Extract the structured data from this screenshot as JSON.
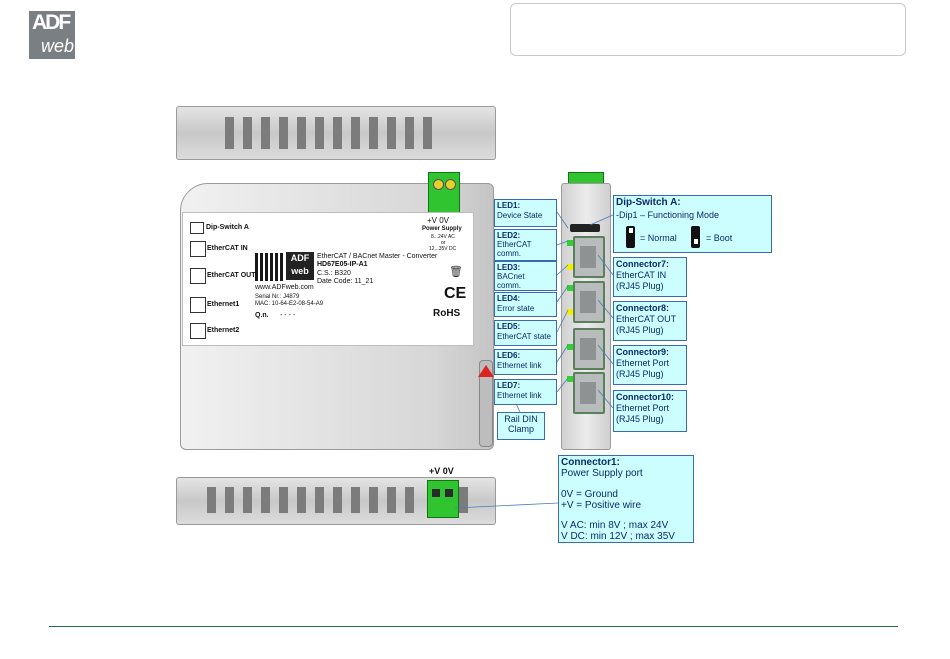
{
  "logo": {
    "line1": "ADF",
    "line2": "web"
  },
  "device_label": {
    "dip_switch": "Dip-Switch A",
    "ethercat_in": "EtherCAT IN",
    "ethercat_out": "EtherCAT OUT",
    "ethernet1": "Ethernet1",
    "ethernet2": "Ethernet2",
    "supply_v": "+V   0V",
    "supply_title": "Power Supply",
    "supply_ac": "8...24V AC",
    "supply_or": "or",
    "supply_dc": "12...35V DC",
    "product_desc": "EtherCAT / BACnet Master - Converter",
    "product_code": "HD67E05-IP-A1",
    "cs": "C.S.: B320",
    "date_code": "Date Code: 11_21",
    "website": "www.ADFweb.com",
    "serial": "Serial Nr.: J4879",
    "mac": "MAC: 10-64-E2-08-54-A9",
    "qn_label": "Q.n.",
    "qn_value": "- - - -",
    "rohs": "RoHS",
    "ce": "CE"
  },
  "bottom_terminal": "+V 0V",
  "callouts": {
    "led1": {
      "title": "LED1:",
      "text": "Device State"
    },
    "led2": {
      "title": "LED2:",
      "text1": "EtherCAT",
      "text2": "comm."
    },
    "led3": {
      "title": "LED3:",
      "text1": "BACnet",
      "text2": "comm."
    },
    "led4": {
      "title": "LED4:",
      "text": "Error state"
    },
    "led5": {
      "title": "LED5:",
      "text": "EtherCAT state"
    },
    "led6": {
      "title": "LED6:",
      "text": "Ethernet link"
    },
    "led7": {
      "title": "LED7:",
      "text": "Ethernet link"
    },
    "rail": {
      "line1": "Rail DIN",
      "line2": "Clamp"
    },
    "dip": {
      "title": "Dip-Switch A:",
      "text": "-Dip1 – Functioning Mode",
      "normal": "= Normal",
      "boot": "= Boot"
    },
    "conn7": {
      "title": "Connector7:",
      "line1": "EtherCAT IN",
      "line2": "(RJ45 Plug)"
    },
    "conn8": {
      "title": "Connector8:",
      "line1": "EtherCAT OUT",
      "line2": "(RJ45 Plug)"
    },
    "conn9": {
      "title": "Connector9:",
      "line1": "Ethernet Port",
      "line2": "(RJ45 Plug)"
    },
    "conn10": {
      "title": "Connector10:",
      "line1": "Ethernet Port",
      "line2": "(RJ45 Plug)"
    },
    "conn1": {
      "title": "Connector1:",
      "line1": "Power Supply port",
      "line2": "0V = Ground",
      "line3": "+V = Positive wire",
      "line4": "V AC: min 8V ; max 24V",
      "line5": "V DC: min 12V ; max 35V"
    }
  },
  "colors": {
    "callout_bg": "#ccfeff",
    "callout_border": "#3a6bb0",
    "terminal_green": "#31c431",
    "footer_line": "#2a6a4a"
  }
}
